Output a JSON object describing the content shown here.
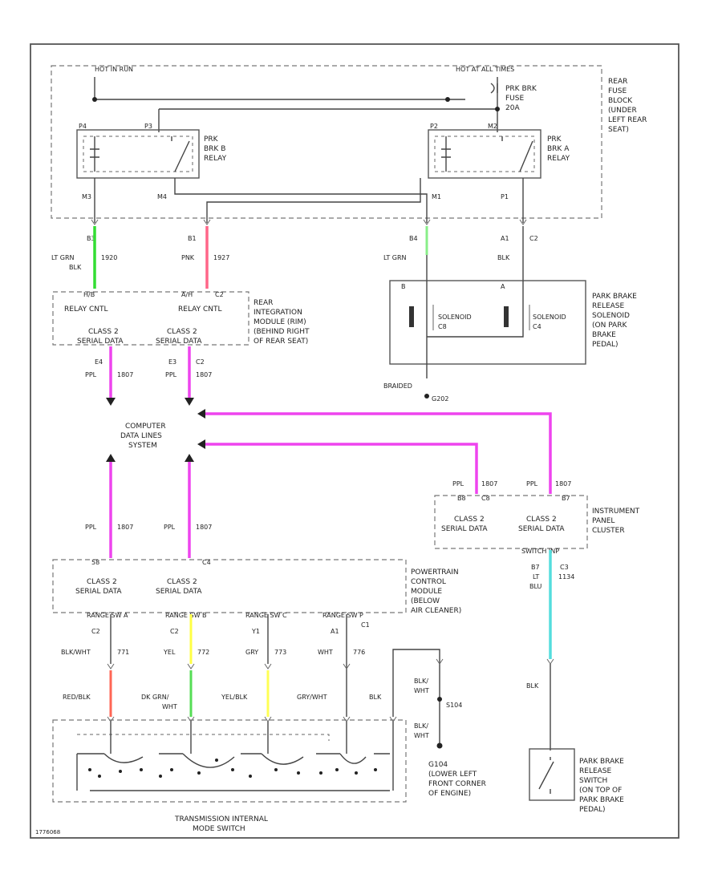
{
  "labels": {
    "hot_in_run": "HOT IN RUN",
    "hot_at_all_times": "HOT AT ALL TIMES",
    "fuse_prk_brk": "PRK BRK",
    "fuse_fuse": "FUSE",
    "fuse_amp": "20A",
    "rear_fuse_block": [
      "REAR",
      "FUSE",
      "BLOCK",
      "(UNDER",
      "LEFT REAR",
      "SEAT)"
    ],
    "relay_b": [
      "PRK",
      "BRK B",
      "RELAY"
    ],
    "relay_a": [
      "PRK",
      "BRK A",
      "RELAY"
    ],
    "relay_b_pin_top_left": "P4",
    "relay_b_pin_top_right": "P3",
    "relay_b_pin_bottom_left": "M3",
    "relay_b_pin_bottom_right": "M4",
    "relay_a_pin_top_left": "P2",
    "relay_a_pin_top_right": "M2",
    "relay_a_pin_bottom_left": "M1",
    "relay_a_pin_bottom_right": "P1",
    "w1_pin": "B3",
    "w1_color": "LT GRN",
    "w1_circuit": "1920",
    "w1_color2": "BLK",
    "w2_pin": "B1",
    "w2_color": "PNK",
    "w2_circuit": "1927",
    "w3_pin": "B4",
    "w3_color": "LT GRN",
    "w4_pin": "A1",
    "w4_conn": "C2",
    "w4_color": "BLK",
    "rim_pin_left": "H/B",
    "rim_pin_right": "A/H",
    "rim_conn": "C2",
    "relay_cntl_left": "RELAY CNTL",
    "relay_cntl_right": "RELAY CNTL",
    "rim_class2_left": [
      "CLASS 2",
      "SERIAL DATA"
    ],
    "rim_class2_right": [
      "CLASS 2",
      "SERIAL DATA"
    ],
    "rim_name": [
      "REAR",
      "INTEGRATION",
      "MODULE (RIM)",
      "(BEHIND RIGHT",
      "OF REAR SEAT)"
    ],
    "rim_out_left_pin": "E4",
    "rim_out_right_pin": "E3",
    "rim_out_right_conn": "C2",
    "ppl": "PPL",
    "ppl_circuit": "1807",
    "solenoid_a_pin": "B",
    "solenoid_b_pin": "A",
    "solenoid_label": "SOLENOID",
    "solenoid_code_left": "C8",
    "solenoid_code_right": "C4",
    "solenoid_name": [
      "PARK BRAKE",
      "RELEASE",
      "SOLENOID",
      "(ON PARK",
      "BRAKE",
      "PEDAL)"
    ],
    "braided": "BRAIDED",
    "ground_g": "G202",
    "cdls": [
      "COMPUTER",
      "DATA LINES",
      "SYSTEM"
    ],
    "ipc_pin_left": "B8",
    "ipc_conn_left": "C8",
    "ipc_pin_right": "B7",
    "ipc_class2_left": [
      "CLASS 2",
      "SERIAL DATA"
    ],
    "ipc_class2_right": [
      "CLASS 2",
      "SERIAL DATA"
    ],
    "ipc_name": [
      "INSTRUMENT",
      "PANEL",
      "CLUSTER"
    ],
    "ipc_bottom": "SWITCH INP",
    "ipc_out_pin": "B7",
    "ipc_out_conn": "C3",
    "ipc_out_color": "LT",
    "ipc_out_color2": "BLU",
    "ipc_out_circuit": "1134",
    "pcm_pin_left": "58",
    "pcm_pin_right": "C4",
    "pcm_class2_left": [
      "CLASS 2",
      "SERIAL DATA"
    ],
    "pcm_class2_right": [
      "CLASS 2",
      "SERIAL DATA"
    ],
    "pcm_name": [
      "POWERTRAIN",
      "CONTROL",
      "MODULE",
      "(BELOW",
      "AIR CLEANER)"
    ],
    "pcm_bottom_1": "RANGE SW A",
    "pcm_bottom_2": "RANGE SW B",
    "pcm_bottom_3": "RANGE SW C",
    "pcm_bottom_4": "RANGE SW P",
    "pcm_c1": "C1",
    "t1_pin": "C2",
    "t1_color": "BLK/WHT",
    "t1_circuit": "771",
    "t2_pin": "C2",
    "t2_color": "YEL",
    "t2_circuit": "772",
    "t3_pin": "Y1",
    "t3_color": "GRY",
    "t3_circuit": "773",
    "t4_pin": "A1",
    "t4_color": "WHT",
    "t4_circuit": "776",
    "b1_color": "RED/BLK",
    "b2_color": "DK GRN/",
    "b2_color2": "WHT",
    "b3_color": "YEL/BLK",
    "b4_color": "GRY/WHT",
    "b5_color": "BLK",
    "blk_wht_1": "BLK/",
    "blk_wht_2": "WHT",
    "s_code": "S104",
    "ground_name": [
      "G104",
      "(LOWER LEFT",
      "FRONT CORNER",
      "OF ENGINE)"
    ],
    "trans_name": [
      "TRANSMISSION INTERNAL",
      "MODE SWITCH"
    ],
    "pb_wire_color": "BLK",
    "pbrs_name": [
      "PARK BRAKE",
      "RELEASE",
      "SWITCH",
      "(ON TOP OF",
      "PARK BRAKE",
      "PEDAL)"
    ],
    "figure_id": "1776068"
  },
  "colors": {
    "lt_grn": "#33dd33",
    "pnk": "#ff6688",
    "ppl": "#ee44ee",
    "red_blk": "#ff6655",
    "dk_grn_wht": "#55dd55",
    "yel": "#ffff44",
    "yel_blk": "#ffff55",
    "lt_blu": "#55dddd",
    "lt_grn_light": "#88ee88"
  }
}
